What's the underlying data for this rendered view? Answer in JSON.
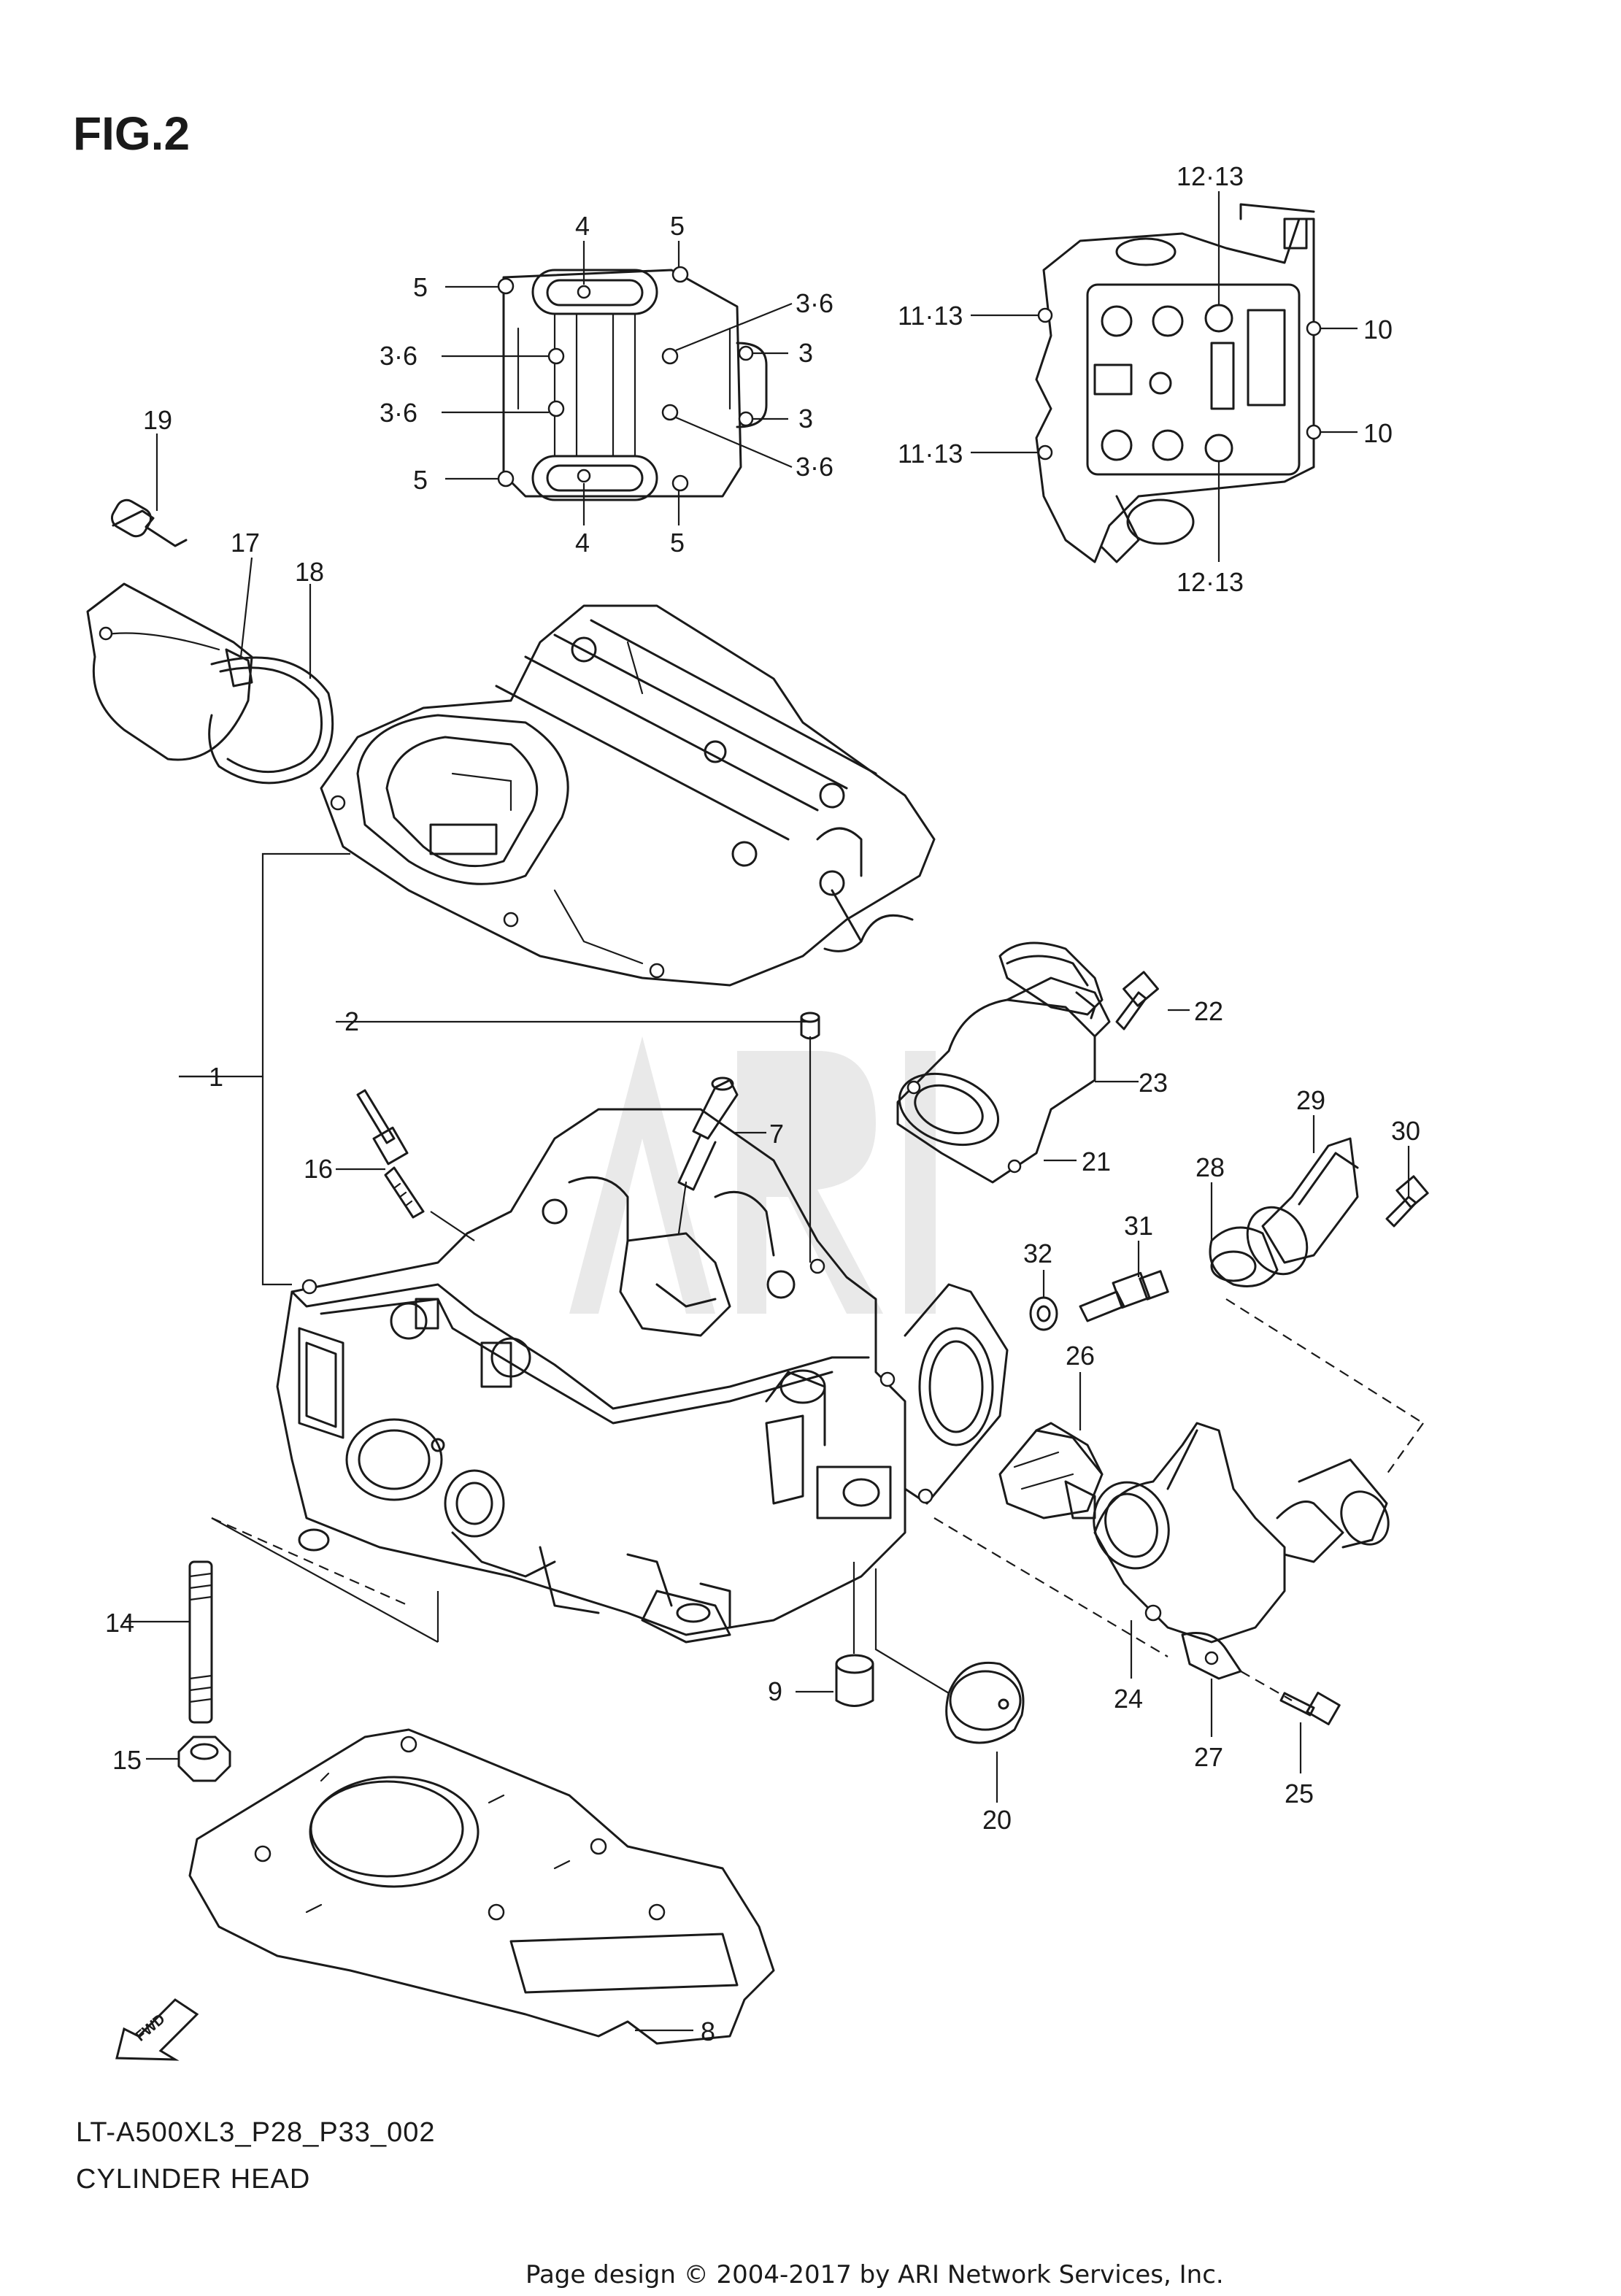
{
  "figure": {
    "title": "FIG.2",
    "model_code": "LT-A500XL3_P28_P33_002",
    "caption": "CYLINDER HEAD",
    "footer": "Page design © 2004-2017 by ARI Network Services, Inc.",
    "watermark": "ARI",
    "fwd_label": "FWD"
  },
  "callouts": {
    "c1": "1",
    "c2": "2",
    "c3a": "3",
    "c3b": "3",
    "c36a": "3·6",
    "c36b": "3·6",
    "c36c": "3·6",
    "c36d": "3·6",
    "c4a": "4",
    "c4b": "4",
    "c5a": "5",
    "c5b": "5",
    "c5c": "5",
    "c5d": "5",
    "c7": "7",
    "c8": "8",
    "c9": "9",
    "c10a": "10",
    "c10b": "10",
    "c1113a": "11·13",
    "c1113b": "11·13",
    "c1213a": "12·13",
    "c1213b": "12·13",
    "c14": "14",
    "c15": "15",
    "c16": "16",
    "c17": "17",
    "c18": "18",
    "c19": "19",
    "c20": "20",
    "c21": "21",
    "c22": "22",
    "c23": "23",
    "c24": "24",
    "c25": "25",
    "c26": "26",
    "c27": "27",
    "c28": "28",
    "c29": "29",
    "c30": "30",
    "c31": "31",
    "c32": "32"
  }
}
